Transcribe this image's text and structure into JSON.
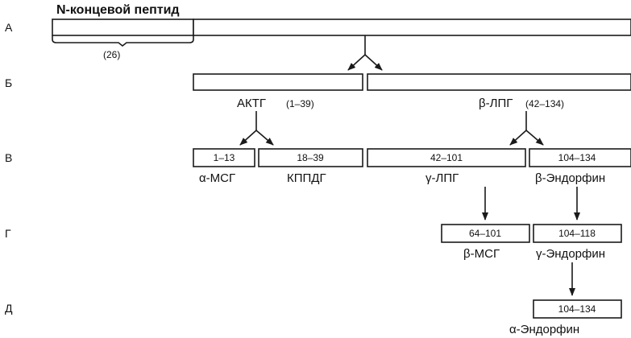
{
  "rows": {
    "a": "А",
    "b": "Б",
    "v": "В",
    "g": "Г",
    "d": "Д"
  },
  "precursor": {
    "n_peptide_label": "N-концевой пептид",
    "n_peptide_length": "(26)"
  },
  "level_b": {
    "actg_name": "АКТГ",
    "actg_range": "(1–39)",
    "blpg_name": "β-ЛПГ",
    "blpg_range": "(42–134)"
  },
  "level_v": {
    "amsh_range": "1–13",
    "amsh_name": "α-МСГ",
    "kppdg_range": "18–39",
    "kppdg_name": "КППДГ",
    "glpg_range": "42–101",
    "glpg_name": "γ-ЛПГ",
    "bend_range": "104–134",
    "bend_name": "β-Эндорфин"
  },
  "level_g": {
    "bmsh_range": "64–101",
    "bmsh_name": "β-МСГ",
    "gend_range": "104–118",
    "gend_name": "γ-Эндорфин"
  },
  "level_d": {
    "aend_range": "104–134",
    "aend_name": "α-Эндорфин"
  }
}
